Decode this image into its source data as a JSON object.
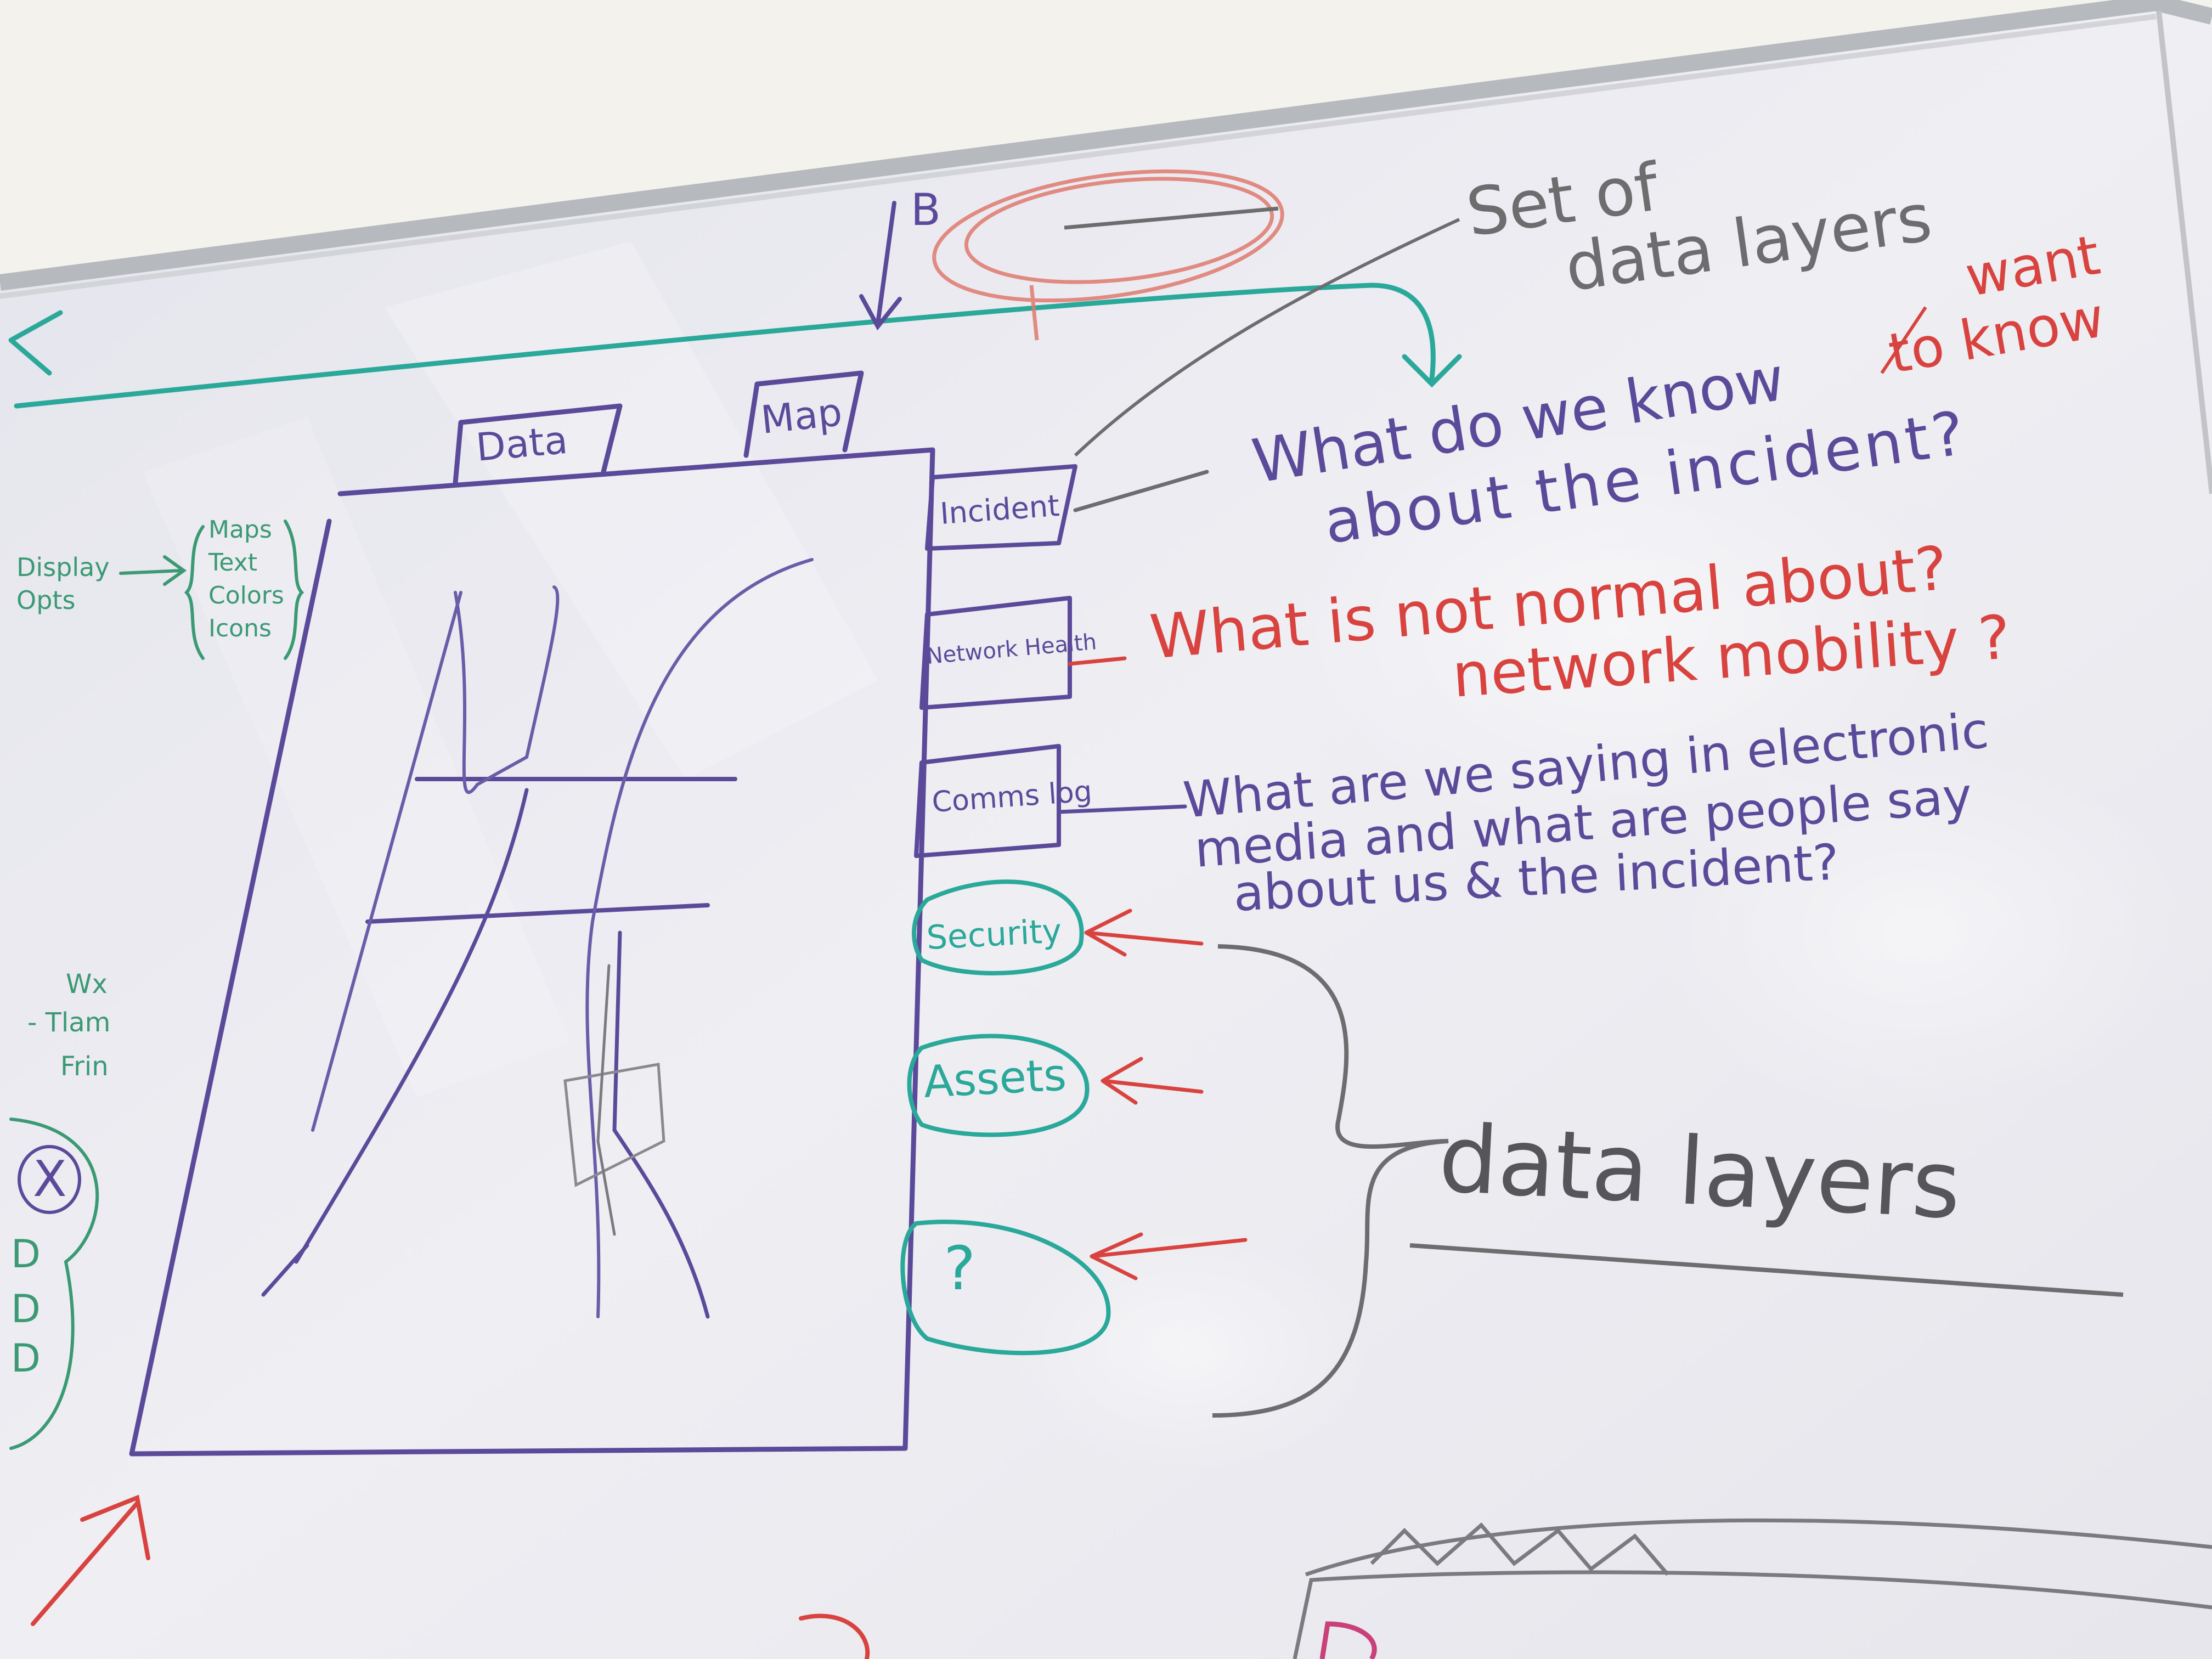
{
  "colors": {
    "wall": "#f2f1ec",
    "board": "#e9e9ef",
    "frame": "#b9bcc0",
    "purple": "#5b4a9a",
    "red": "#d9433f",
    "teal": "#2aa89a",
    "gray": "#6d6d70",
    "green": "#3b9a73"
  },
  "board": {
    "marker_b": "B",
    "tabs": {
      "data": "Data",
      "map": "Map"
    },
    "layers": {
      "incident": "Incident",
      "network_health": "Network Health",
      "comms_log": "Comms log",
      "security": "Security",
      "assets": "Assets",
      "unknown": "?"
    },
    "gray_note": [
      "Set of",
      "data layers"
    ],
    "want_to_know": [
      "want",
      "to know"
    ],
    "q1": [
      "What do we know",
      "about the incident?"
    ],
    "q2": [
      "What is not normal about?",
      "network mobility ?"
    ],
    "q3": [
      "What are we saying in electronic",
      "media and what are people say",
      "about us & the incident?"
    ],
    "bracket_label": "data layers",
    "left_notes": {
      "display_opts": [
        "Display",
        "Opts"
      ],
      "display_list": [
        "Maps",
        "Text",
        "Colors",
        "Icons"
      ],
      "weather": [
        "Wx",
        "- Tlam",
        "Frin"
      ],
      "circle_x": "X",
      "d_column": [
        "D",
        "D",
        "D"
      ]
    }
  }
}
